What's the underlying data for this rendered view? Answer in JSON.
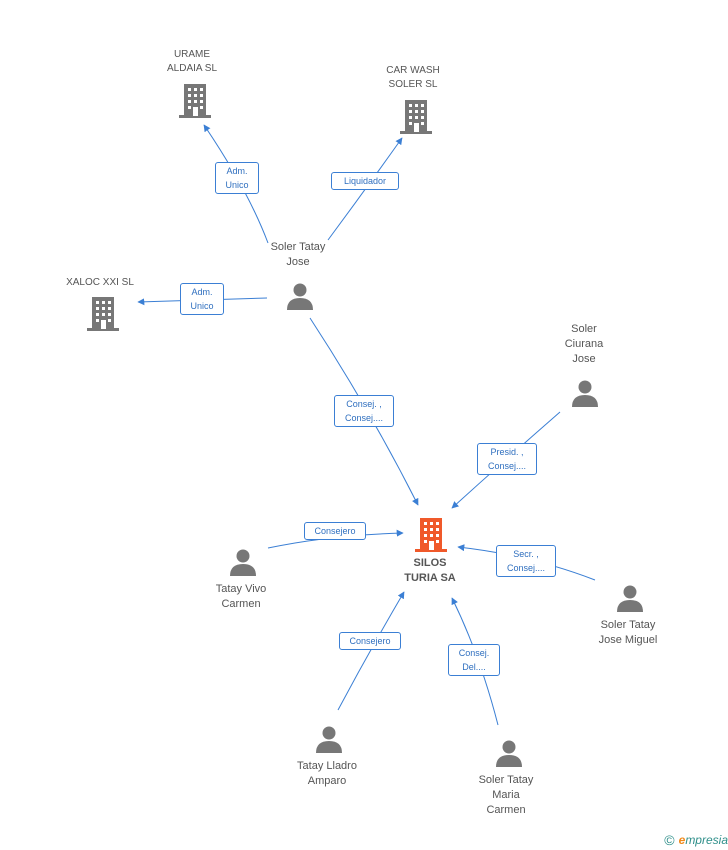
{
  "colors": {
    "edge": "#3b7fd4",
    "icon": "#777777",
    "main_icon": "#f0592a"
  },
  "nodes": {
    "urame": {
      "label": "URAME\nALDAIA SL",
      "icon": "building-icon"
    },
    "carwash": {
      "label": "CAR WASH\nSOLER SL",
      "icon": "building-icon"
    },
    "xaloc": {
      "label": "XALOC XXI SL",
      "icon": "building-icon"
    },
    "soler_tatay_jose": {
      "label": "Soler Tatay\nJose",
      "icon": "person-icon"
    },
    "soler_ciurana": {
      "label": "Soler\nCiurana\nJose",
      "icon": "person-icon"
    },
    "silos": {
      "label": "SILOS\nTURIA SA",
      "icon": "building-icon"
    },
    "tatay_vivo": {
      "label": "Tatay Vivo\nCarmen",
      "icon": "person-icon"
    },
    "soler_tatay_jm": {
      "label": "Soler Tatay\nJose Miguel",
      "icon": "person-icon"
    },
    "tatay_lladro": {
      "label": "Tatay Lladro\nAmparo",
      "icon": "person-icon"
    },
    "soler_tatay_maria": {
      "label": "Soler Tatay\nMaria\nCarmen",
      "icon": "person-icon"
    }
  },
  "edges": {
    "e1": "Adm.\nUnico",
    "e2": "Liquidador",
    "e3": "Adm.\nUnico",
    "e4": "Consej. ,\nConsej....",
    "e5": "Presid. ,\nConsej....",
    "e6": "Consejero",
    "e7": "Secr. ,\nConsej....",
    "e8": "Consejero",
    "e9": "Consej.\nDel...."
  },
  "footer": {
    "copyright": "©",
    "brand_initial": "e",
    "brand_rest": "mpresia"
  }
}
